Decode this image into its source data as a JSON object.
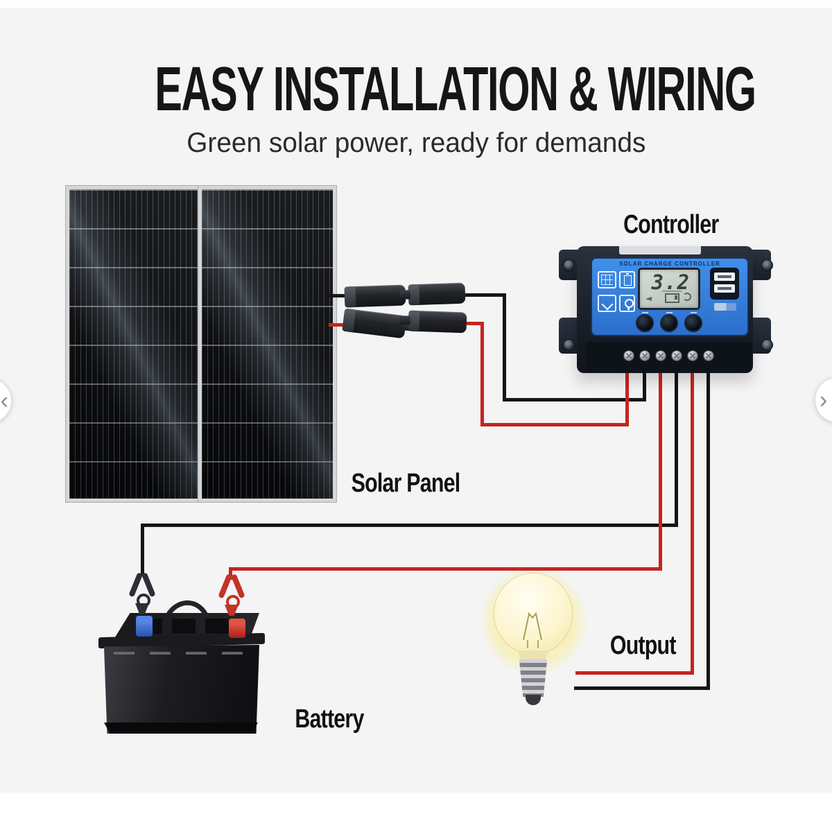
{
  "header": {
    "title": "EASY INSTALLATION & WIRING",
    "subtitle": "Green solar power, ready for demands"
  },
  "labels": {
    "controller": "Controller",
    "solar_panel": "Solar Panel",
    "battery": "Battery",
    "output": "Output"
  },
  "controller": {
    "panel_text": "SOLAR CHARGE CONTROLLER",
    "lcd_value": "3.2",
    "terminal_count": 6,
    "button_count": 3,
    "usb_port_count": 2,
    "icons": [
      "pv-panel-icon",
      "battery-charging-icon",
      "battery-discharging-icon",
      "load-lamp-icon"
    ]
  },
  "colors": {
    "background": "#f4f4f5",
    "wire_positive": "#c5251f",
    "wire_negative": "#151515",
    "controller_face_blue": "#2f7fd6",
    "controller_frame": "#1d242e",
    "lcd_background": "#c9d0ca",
    "battery_terminal_negative": "#2f5fc0",
    "battery_terminal_positive": "#c42727",
    "bulb_glow": "#f7ee8c"
  },
  "carousel": {
    "prev_label": "‹",
    "next_label": "›"
  }
}
